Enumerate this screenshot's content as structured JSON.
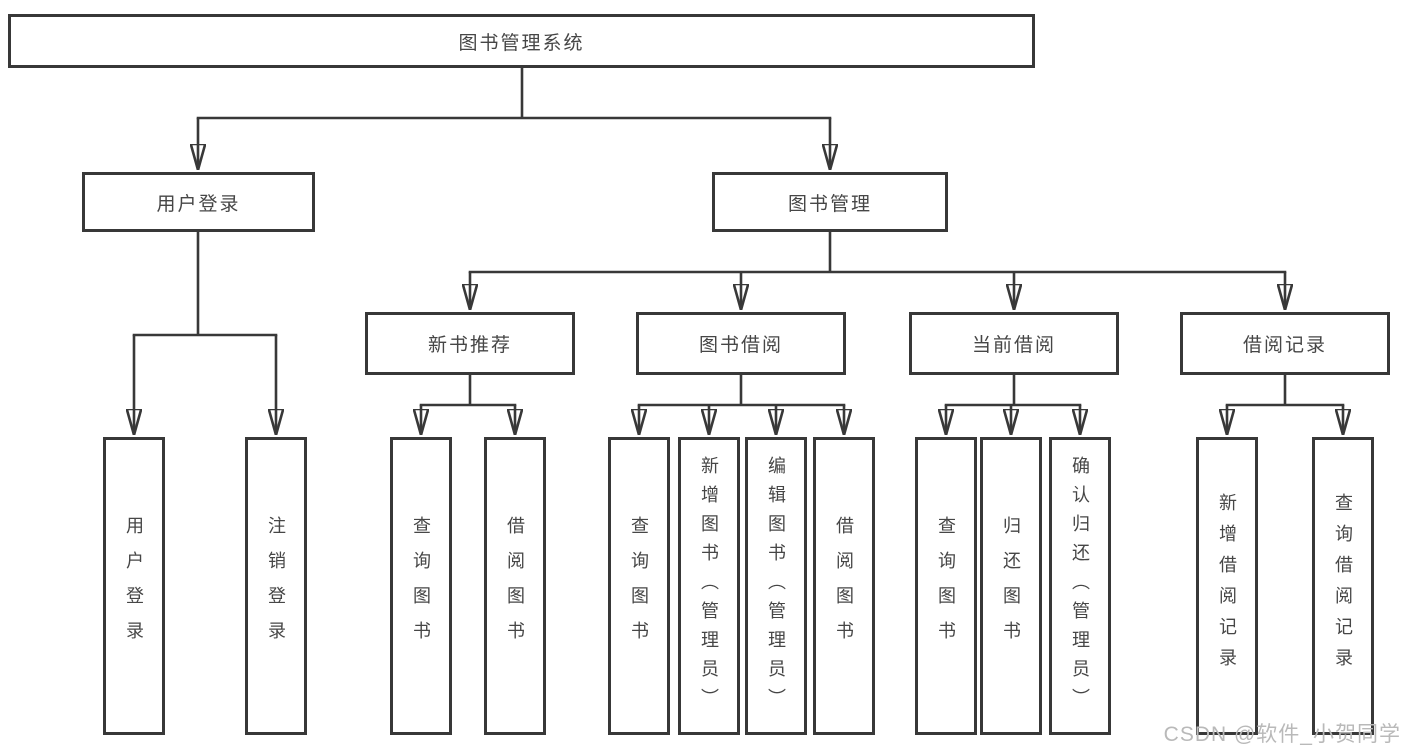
{
  "diagram": {
    "type": "hierarchy-tree",
    "tree": {
      "root": "图书管理系统",
      "level2": [
        "用户登录",
        "图书管理"
      ],
      "level3": [
        "新书推荐",
        "图书借阅",
        "当前借阅",
        "借阅记录"
      ],
      "leaves_user_login": [
        "用户登录",
        "注销登录"
      ],
      "leaves_new_book": [
        "查询图书",
        "借阅图书"
      ],
      "leaves_book_borrow": [
        "查询图书",
        "新增图书（管理员）",
        "编辑图书（管理员）",
        "借阅图书"
      ],
      "leaves_current_borrow": [
        "查询图书",
        "归还图书",
        "确认归还（管理员）"
      ],
      "leaves_borrow_record": [
        "新增借阅记录",
        "查询借阅记录"
      ]
    },
    "colors": {
      "line": "#383838",
      "box_border": "#383838",
      "box_fill": "#ffffff",
      "text": "#464646",
      "watermark": "#b9b9b9",
      "background": "#ffffff"
    }
  },
  "watermark": "CSDN @软件_小贺同学"
}
